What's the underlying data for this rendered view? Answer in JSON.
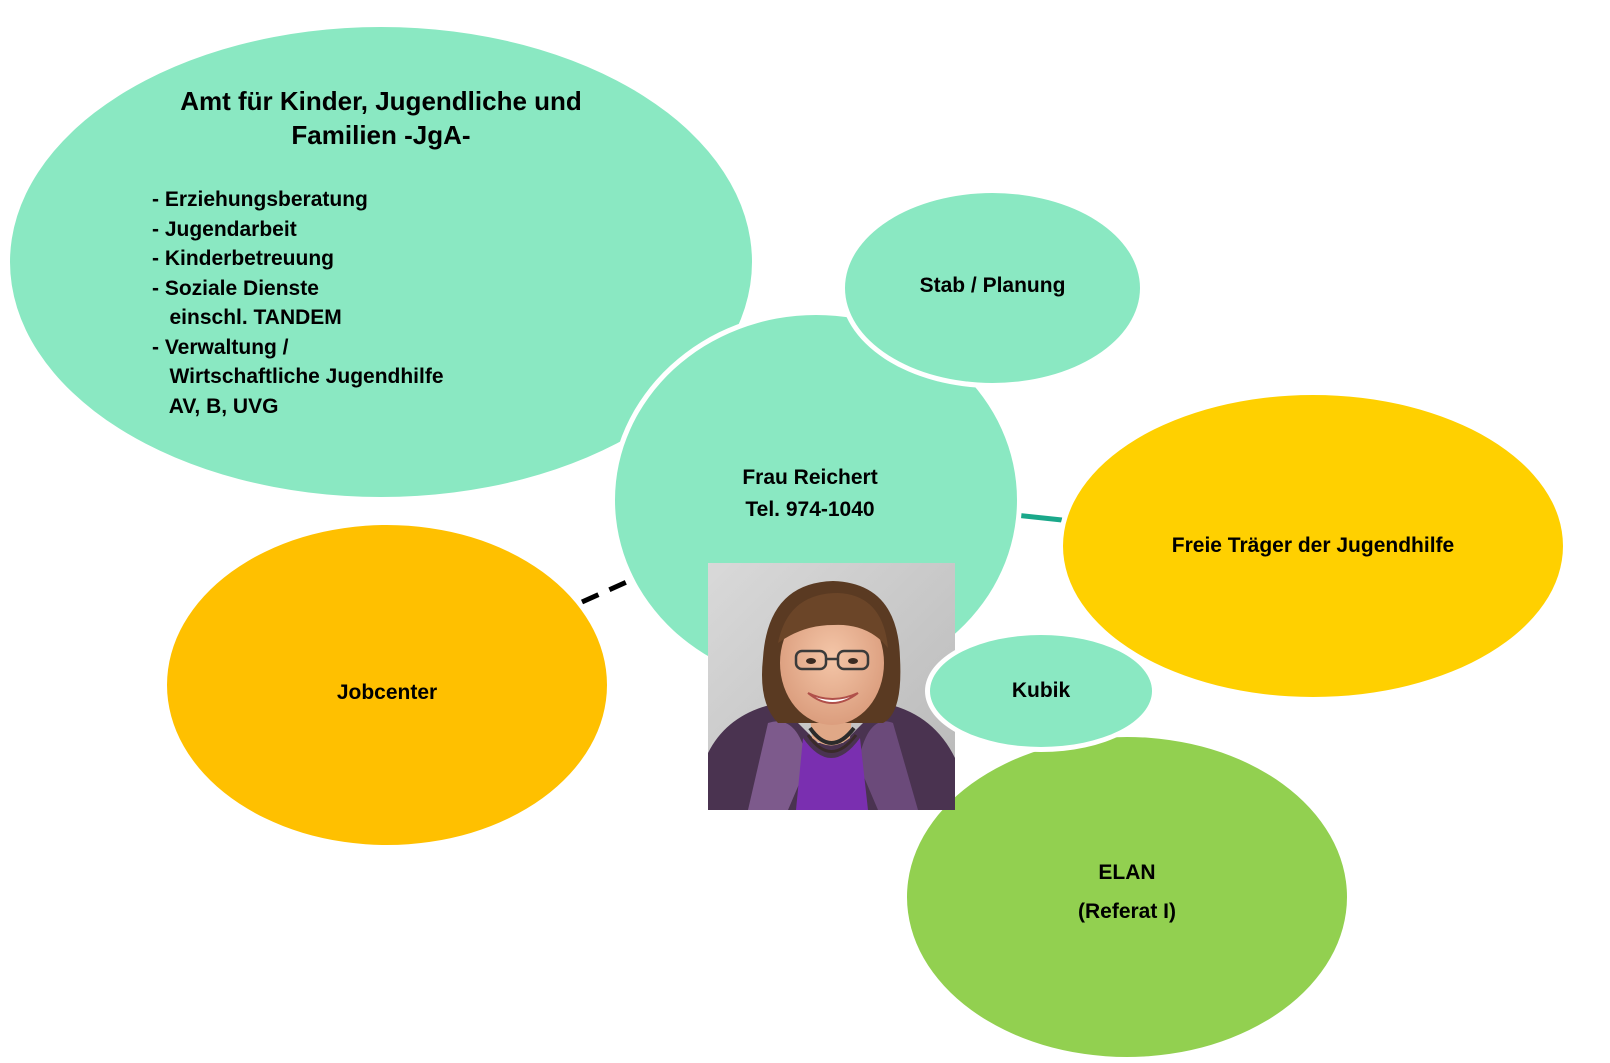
{
  "diagram": {
    "amt": {
      "title_line1": "Amt für Kinder, Jugendliche und",
      "title_line2": "Familien -JgA-",
      "items": [
        "- Erziehungsberatung",
        "- Jugendarbeit",
        "- Kinderbetreuung",
        "- Soziale Dienste",
        "   einschl. TANDEM",
        "- Verwaltung /",
        "   Wirtschaftliche Jugendhilfe",
        "   AV, B, UVG"
      ]
    },
    "center": {
      "name": "Frau Reichert",
      "phone": "Tel. 974-1040"
    },
    "stab": {
      "label": "Stab / Planung"
    },
    "freie": {
      "label": "Freie Träger der Jugendhilfe"
    },
    "jobcenter": {
      "label": "Jobcenter"
    },
    "kubik": {
      "label": "Kubik"
    },
    "elan": {
      "line1": "ELAN",
      "line2": "(Referat I)"
    }
  },
  "colors": {
    "mint": "#8ae8c2",
    "yellow": "#ffd000",
    "orange": "#ffc000",
    "green": "#92d050",
    "connector_solid": "#1aa88a",
    "connector_dashed": "#000000"
  },
  "photo": {
    "icon": "person-photo"
  }
}
